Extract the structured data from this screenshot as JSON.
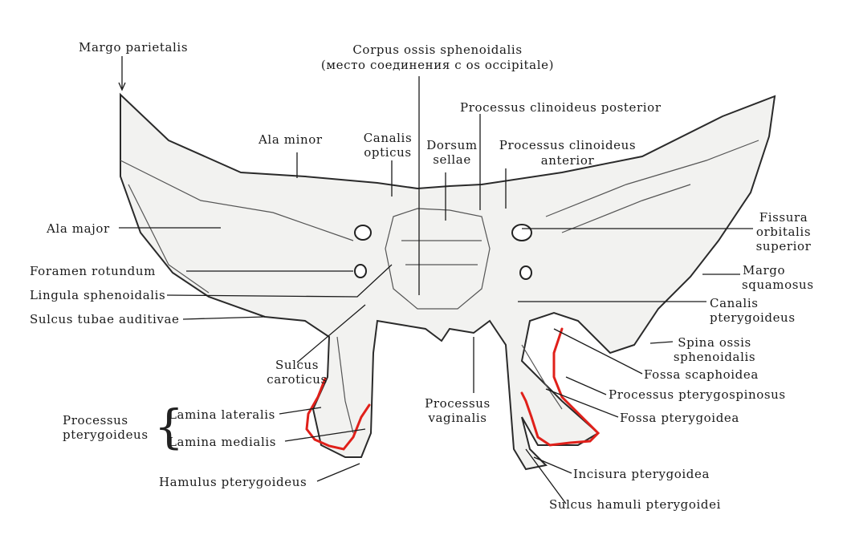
{
  "labels": {
    "margo_parietalis": "Margo parietalis",
    "corpus_line1": "Corpus ossis sphenoidalis",
    "corpus_line2": "(место соединения с os occipitale)",
    "proc_clin_post": "Processus clinoideus posterior",
    "ala_minor": "Ala minor",
    "canalis_opticus_1": "Canalis",
    "canalis_opticus_2": "opticus",
    "dorsum_1": "Dorsum",
    "dorsum_2": "sellae",
    "proc_clin_ant_1": "Processus clinoideus",
    "proc_clin_ant_2": "anterior",
    "ala_major": "Ala major",
    "fissura_1": "Fissura",
    "fissura_2": "orbitalis",
    "fissura_3": "superior",
    "foramen_rotundum": "Foramen rotundum",
    "margo_squam_1": "Margo",
    "margo_squam_2": "squamosus",
    "lingula": "Lingula sphenoidalis",
    "canalis_pteryg_1": "Canalis",
    "canalis_pteryg_2": "pterygoideus",
    "sulcus_tubae": "Sulcus tubae auditivae",
    "spina_1": "Spina ossis",
    "spina_2": "sphenoidalis",
    "sulcus_carot_1": "Sulcus",
    "sulcus_carot_2": "caroticus",
    "fossa_scaph": "Fossa scaphoidea",
    "proc_pterygospin": "Processus pterygospinosus",
    "proc_pteryg_1": "Processus",
    "proc_pteryg_2": "pterygoideus",
    "lamina_lat": "Lamina lateralis",
    "lamina_med": "Lamina medialis",
    "proc_vag_1": "Processus",
    "proc_vag_2": "vaginalis",
    "fossa_pteryg": "Fossa pterygoidea",
    "hamulus": "Hamulus pterygoideus",
    "incisura": "Incisura pterygoidea",
    "sulcus_hamuli": "Sulcus hamuli pterygoidei"
  },
  "colors": {
    "ink": "#1a1a1a",
    "bone_fill": "#f1f1ef",
    "bone_shade": "#9a9a96",
    "highlight": "#e0201a"
  }
}
